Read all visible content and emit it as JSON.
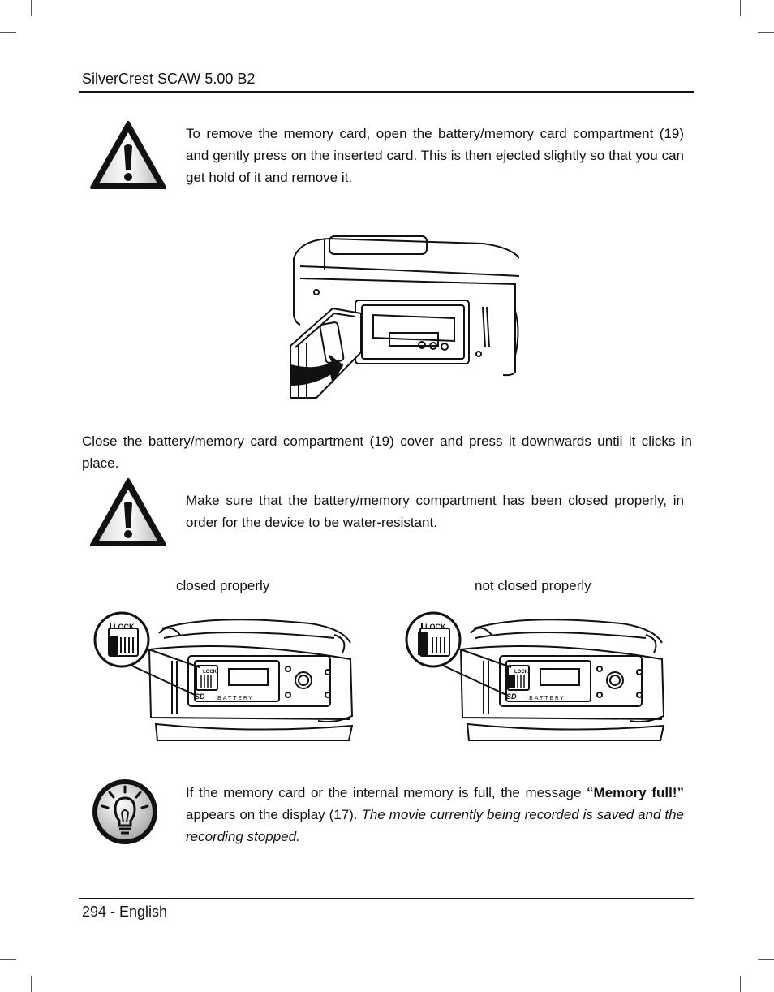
{
  "header": {
    "title": "SilverCrest SCAW 5.00 B2"
  },
  "notes": {
    "remove_card": "To remove the memory card, open the battery/memory card compartment (19) and gently press on the inserted card. This is then ejected slightly so that you can get hold of it and remove it.",
    "close_compartment": "Close the battery/memory card compartment (19) cover and press it downwards until it clicks in place.",
    "water_resistant": "Make sure that the battery/memory compartment has been closed properly, in order for the device to be water-resistant."
  },
  "captions": {
    "closed": "closed properly",
    "not_closed": "not closed properly"
  },
  "figure_labels": {
    "lock": "LOCK",
    "battery": "BATTERY",
    "sd": "SD"
  },
  "tip": {
    "text_before": "If the memory card or the internal memory is full, the message ",
    "bold": "“Memory full!”",
    "text_middle": " appears on the display (17). ",
    "italic": "The movie currently being recorded is saved and the recording stopped."
  },
  "footer": {
    "page": "294 - English"
  },
  "icons": {
    "warning": "warning-triangle-icon",
    "tip": "lightbulb-icon"
  }
}
